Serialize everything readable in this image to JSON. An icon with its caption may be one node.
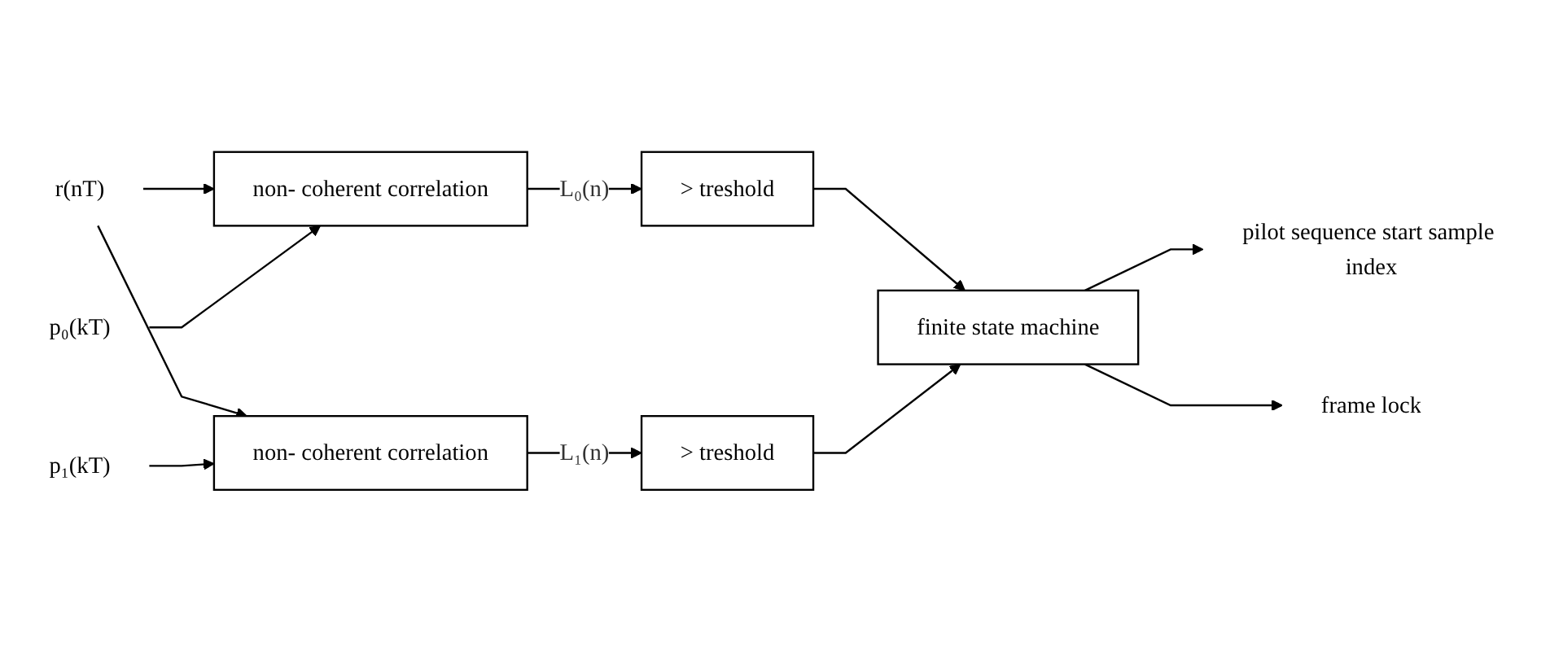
{
  "diagram": {
    "nodes": [
      {
        "text": [
          "r(nT)"
        ]
      },
      {
        "text": [
          "non- coherent correlation"
        ]
      },
      {
        "text": [
          "> treshold"
        ]
      },
      {
        "text": [
          "p₀(kT)"
        ]
      },
      {
        "text": [
          "non- coherent correlation"
        ]
      },
      {
        "text": [
          "> treshold"
        ]
      },
      {
        "text": [
          "p₁(kT)"
        ]
      },
      {
        "text": [
          "finite state machine"
        ]
      },
      {
        "text": [
          "pilot sequence start sample index"
        ]
      },
      {
        "text": [
          "frame lock"
        ]
      }
    ],
    "edges": [
      {
        "from": 0,
        "to": 1,
        "arrow": "to"
      },
      {
        "from": 0,
        "to": 4,
        "arrow": "to"
      },
      {
        "from": 3,
        "to": 1,
        "arrow": "to"
      },
      {
        "from": 1,
        "to": 2,
        "arrow": "to",
        "label": "L₀(n)"
      },
      {
        "from": 6,
        "to": 4,
        "arrow": "to"
      },
      {
        "from": 4,
        "to": 5,
        "arrow": "to",
        "label": "L₁(n)"
      },
      {
        "from": 2,
        "to": 7,
        "arrow": "to"
      },
      {
        "from": 5,
        "to": 7,
        "arrow": "to"
      },
      {
        "from": 7,
        "to": 8,
        "arrow": "to"
      },
      {
        "from": 7,
        "to": 9,
        "arrow": "to"
      }
    ]
  }
}
